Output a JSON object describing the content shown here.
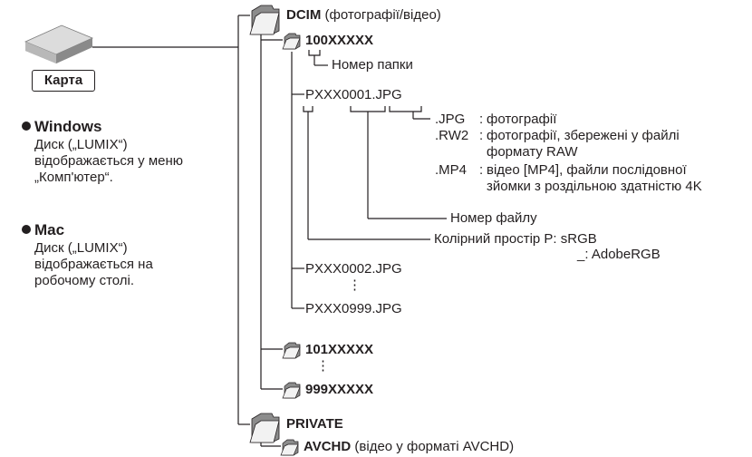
{
  "card": {
    "label": "Карта"
  },
  "windows": {
    "heading": "Windows",
    "lines": [
      "Диск („LUMIX“)",
      "відображається у меню",
      "„Комп'ютер“."
    ]
  },
  "mac": {
    "heading": "Mac",
    "lines": [
      "Диск („LUMIX“)",
      "відображається на",
      "робочому столі."
    ]
  },
  "tree": {
    "dcim": {
      "name": "DCIM",
      "note": "(фотографії/відео)"
    },
    "folder_100": "100XXXXX",
    "folder_number_label": "Номер папки",
    "file_0001": "PXXX0001.JPG",
    "extensions": [
      {
        "ext": ".JPG",
        "sep": ":",
        "desc": [
          "фотографії"
        ]
      },
      {
        "ext": ".RW2",
        "sep": ":",
        "desc": [
          "фотографії, збережені у файлі",
          "формату RAW"
        ]
      },
      {
        "ext": ".MP4",
        "sep": ":",
        "desc": [
          "відео [MP4], файли послідовної",
          "зйомки з роздільною здатністю 4K"
        ]
      }
    ],
    "file_number_label": "Номер файлу",
    "color_space_label": "Колірний простір P: sRGB",
    "color_space_alt": "_: AdobeRGB",
    "file_0002": "PXXX0002.JPG",
    "file_0999": "PXXX0999.JPG",
    "folder_101": "101XXXXX",
    "folder_999": "999XXXXX",
    "private": "PRIVATE",
    "avchd": {
      "name": "AVCHD",
      "note": "(відео у форматі AVCHD)"
    },
    "ellipsis": "⋮"
  }
}
